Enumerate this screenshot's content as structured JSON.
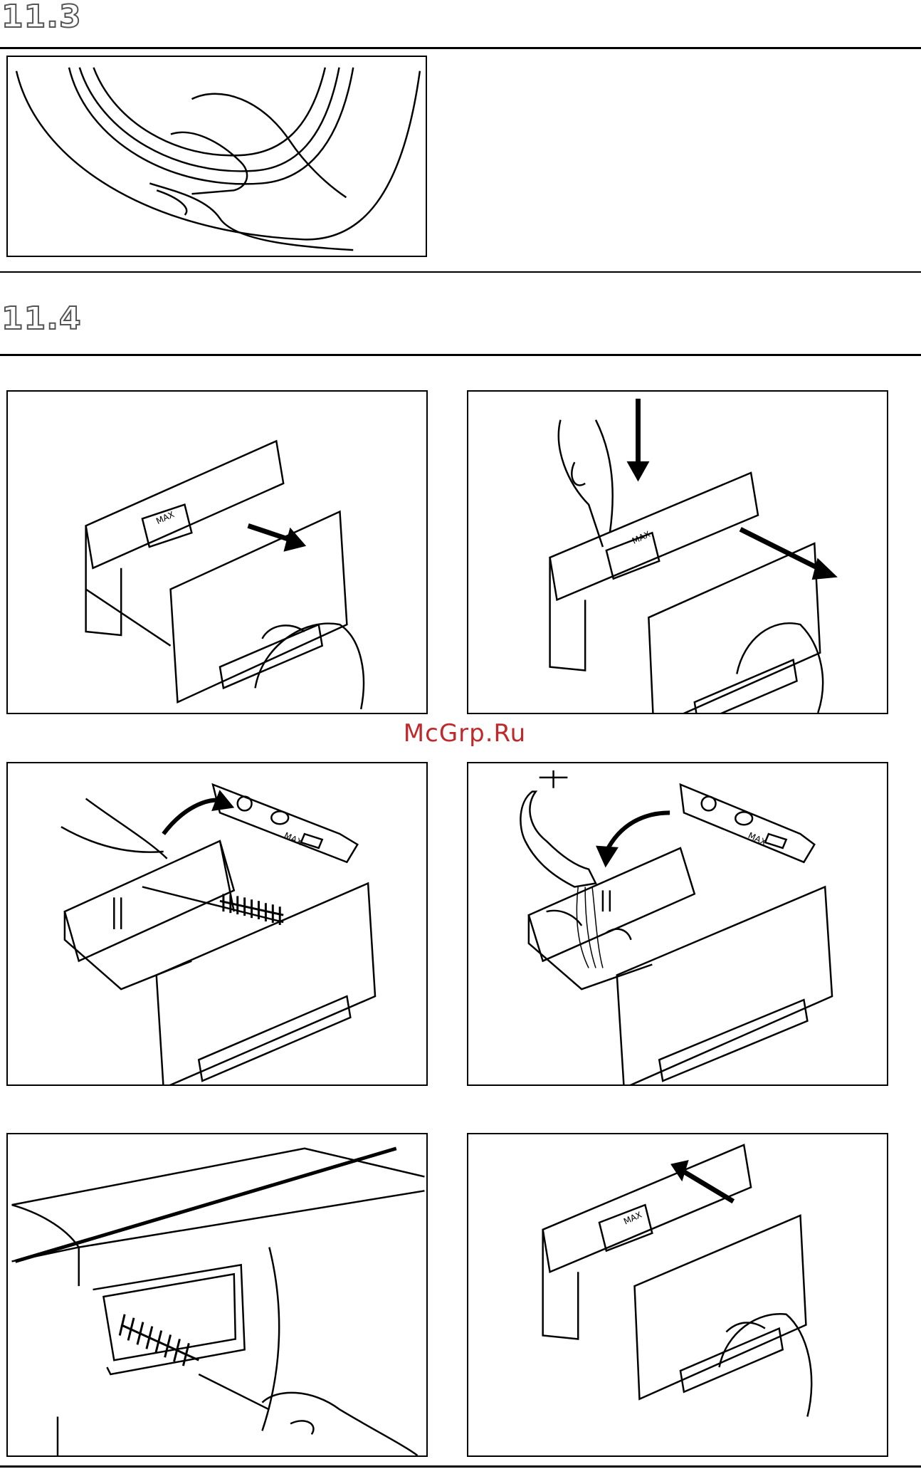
{
  "sections": [
    {
      "number": "11.3"
    },
    {
      "number": "11.4"
    }
  ],
  "watermark": "McGrp.Ru",
  "drawer_marking": "MAX"
}
